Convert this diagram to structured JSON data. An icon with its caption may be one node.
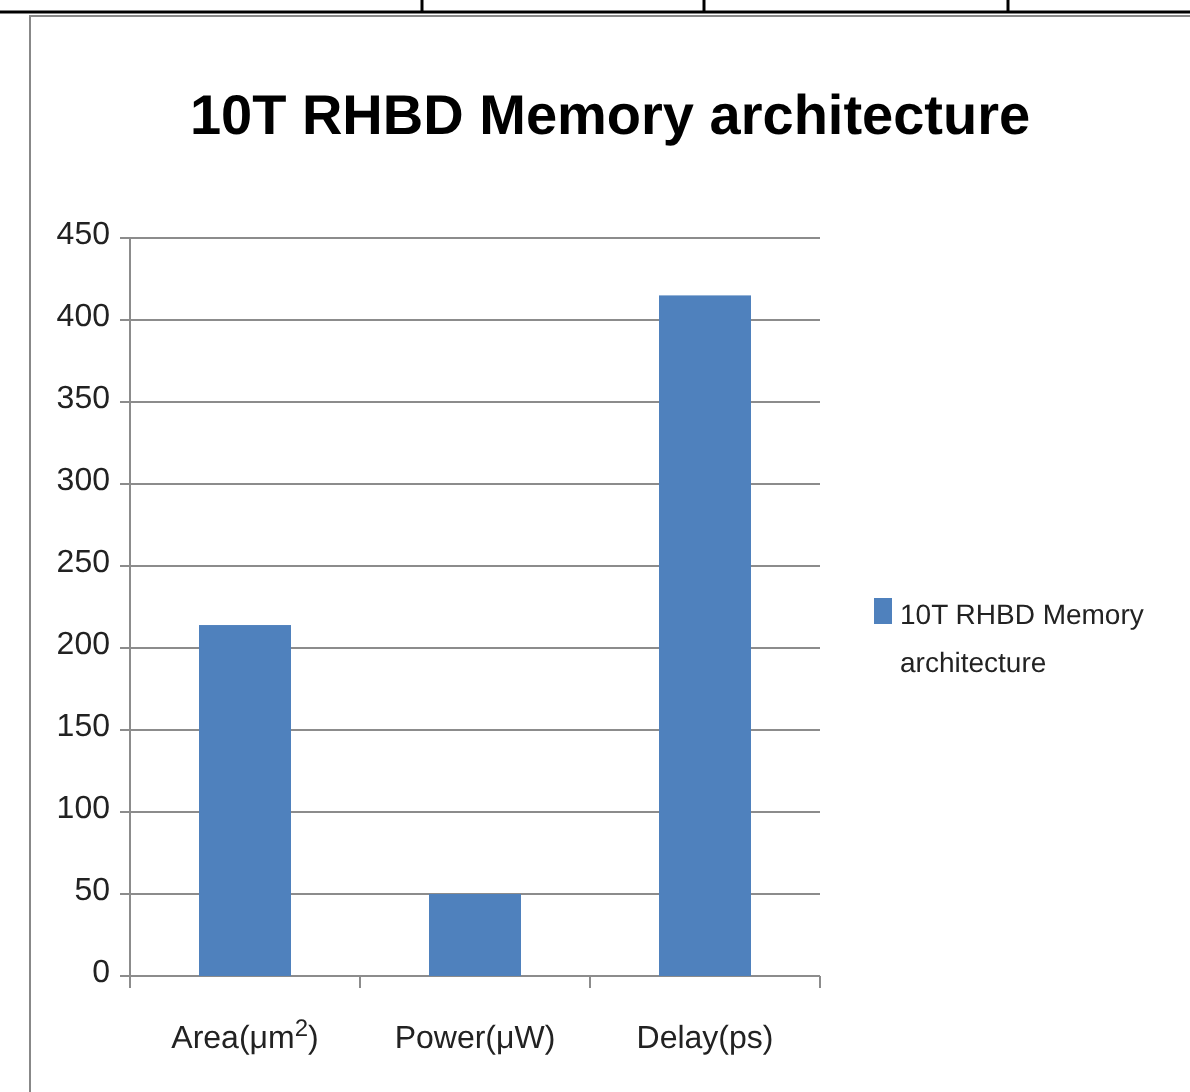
{
  "diagram": {
    "chart_data": {
      "type": "bar",
      "title": "10T RHBD Memory architecture",
      "categories": [
        "Area(μm$^{2}$)",
        "Power(μW)",
        "Delay(ps)"
      ],
      "series": [
        {
          "name": "10T RHBD Memory architecture",
          "color": "#4f81bd",
          "values": [
            214,
            50,
            415
          ]
        }
      ],
      "ylim": [
        0,
        450
      ],
      "grid": true,
      "yticks": [
        0,
        50,
        100,
        150,
        200,
        250,
        300,
        350,
        400,
        450
      ]
    }
  }
}
